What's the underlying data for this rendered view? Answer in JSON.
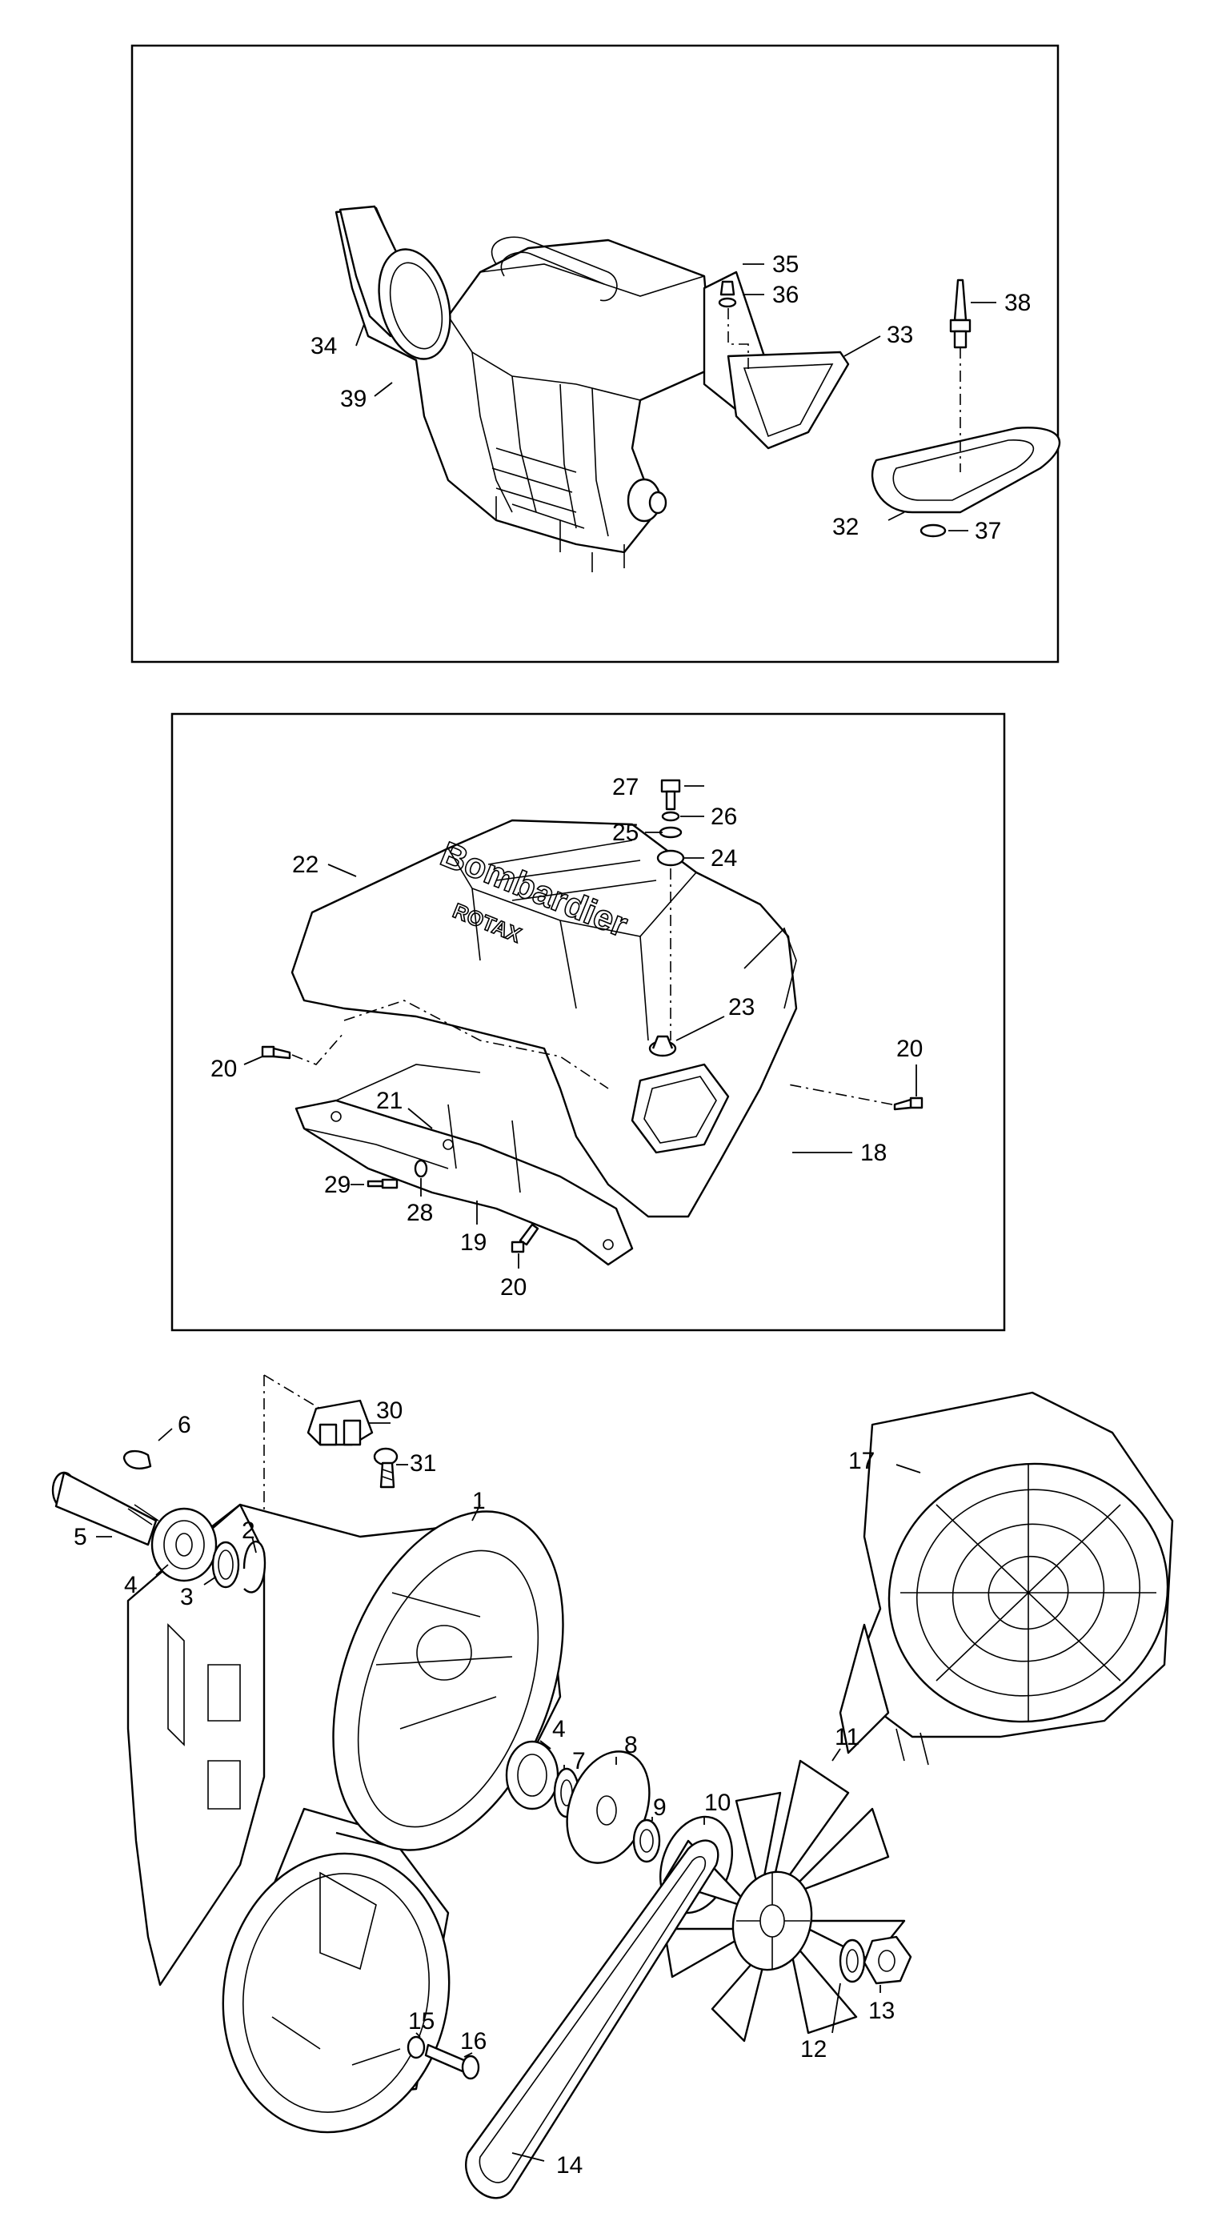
{
  "diagram": {
    "panel_top": {
      "callouts": [
        "35",
        "36",
        "38",
        "33",
        "34",
        "39",
        "32",
        "37"
      ]
    },
    "panel_middle": {
      "brand_text": "Bombardier",
      "brand_sub": "ROTAX",
      "callouts": [
        "27",
        "26",
        "25",
        "24",
        "22",
        "23",
        "20",
        "20",
        "21",
        "18",
        "29",
        "28",
        "19",
        "20"
      ]
    },
    "panel_bottom": {
      "callouts": [
        "30",
        "6",
        "31",
        "17",
        "1",
        "5",
        "2",
        "4",
        "3",
        "4",
        "8",
        "7",
        "11",
        "10",
        "9",
        "13",
        "12",
        "15",
        "16",
        "14"
      ]
    }
  }
}
